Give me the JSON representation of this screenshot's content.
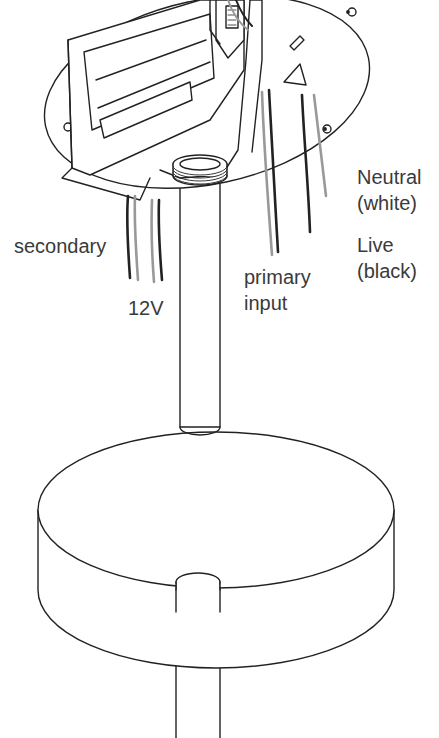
{
  "diagram": {
    "labels": [
      "Neutral (white)",
      "Live (black)",
      "secondary",
      "12V",
      "primary input"
    ]
  }
}
